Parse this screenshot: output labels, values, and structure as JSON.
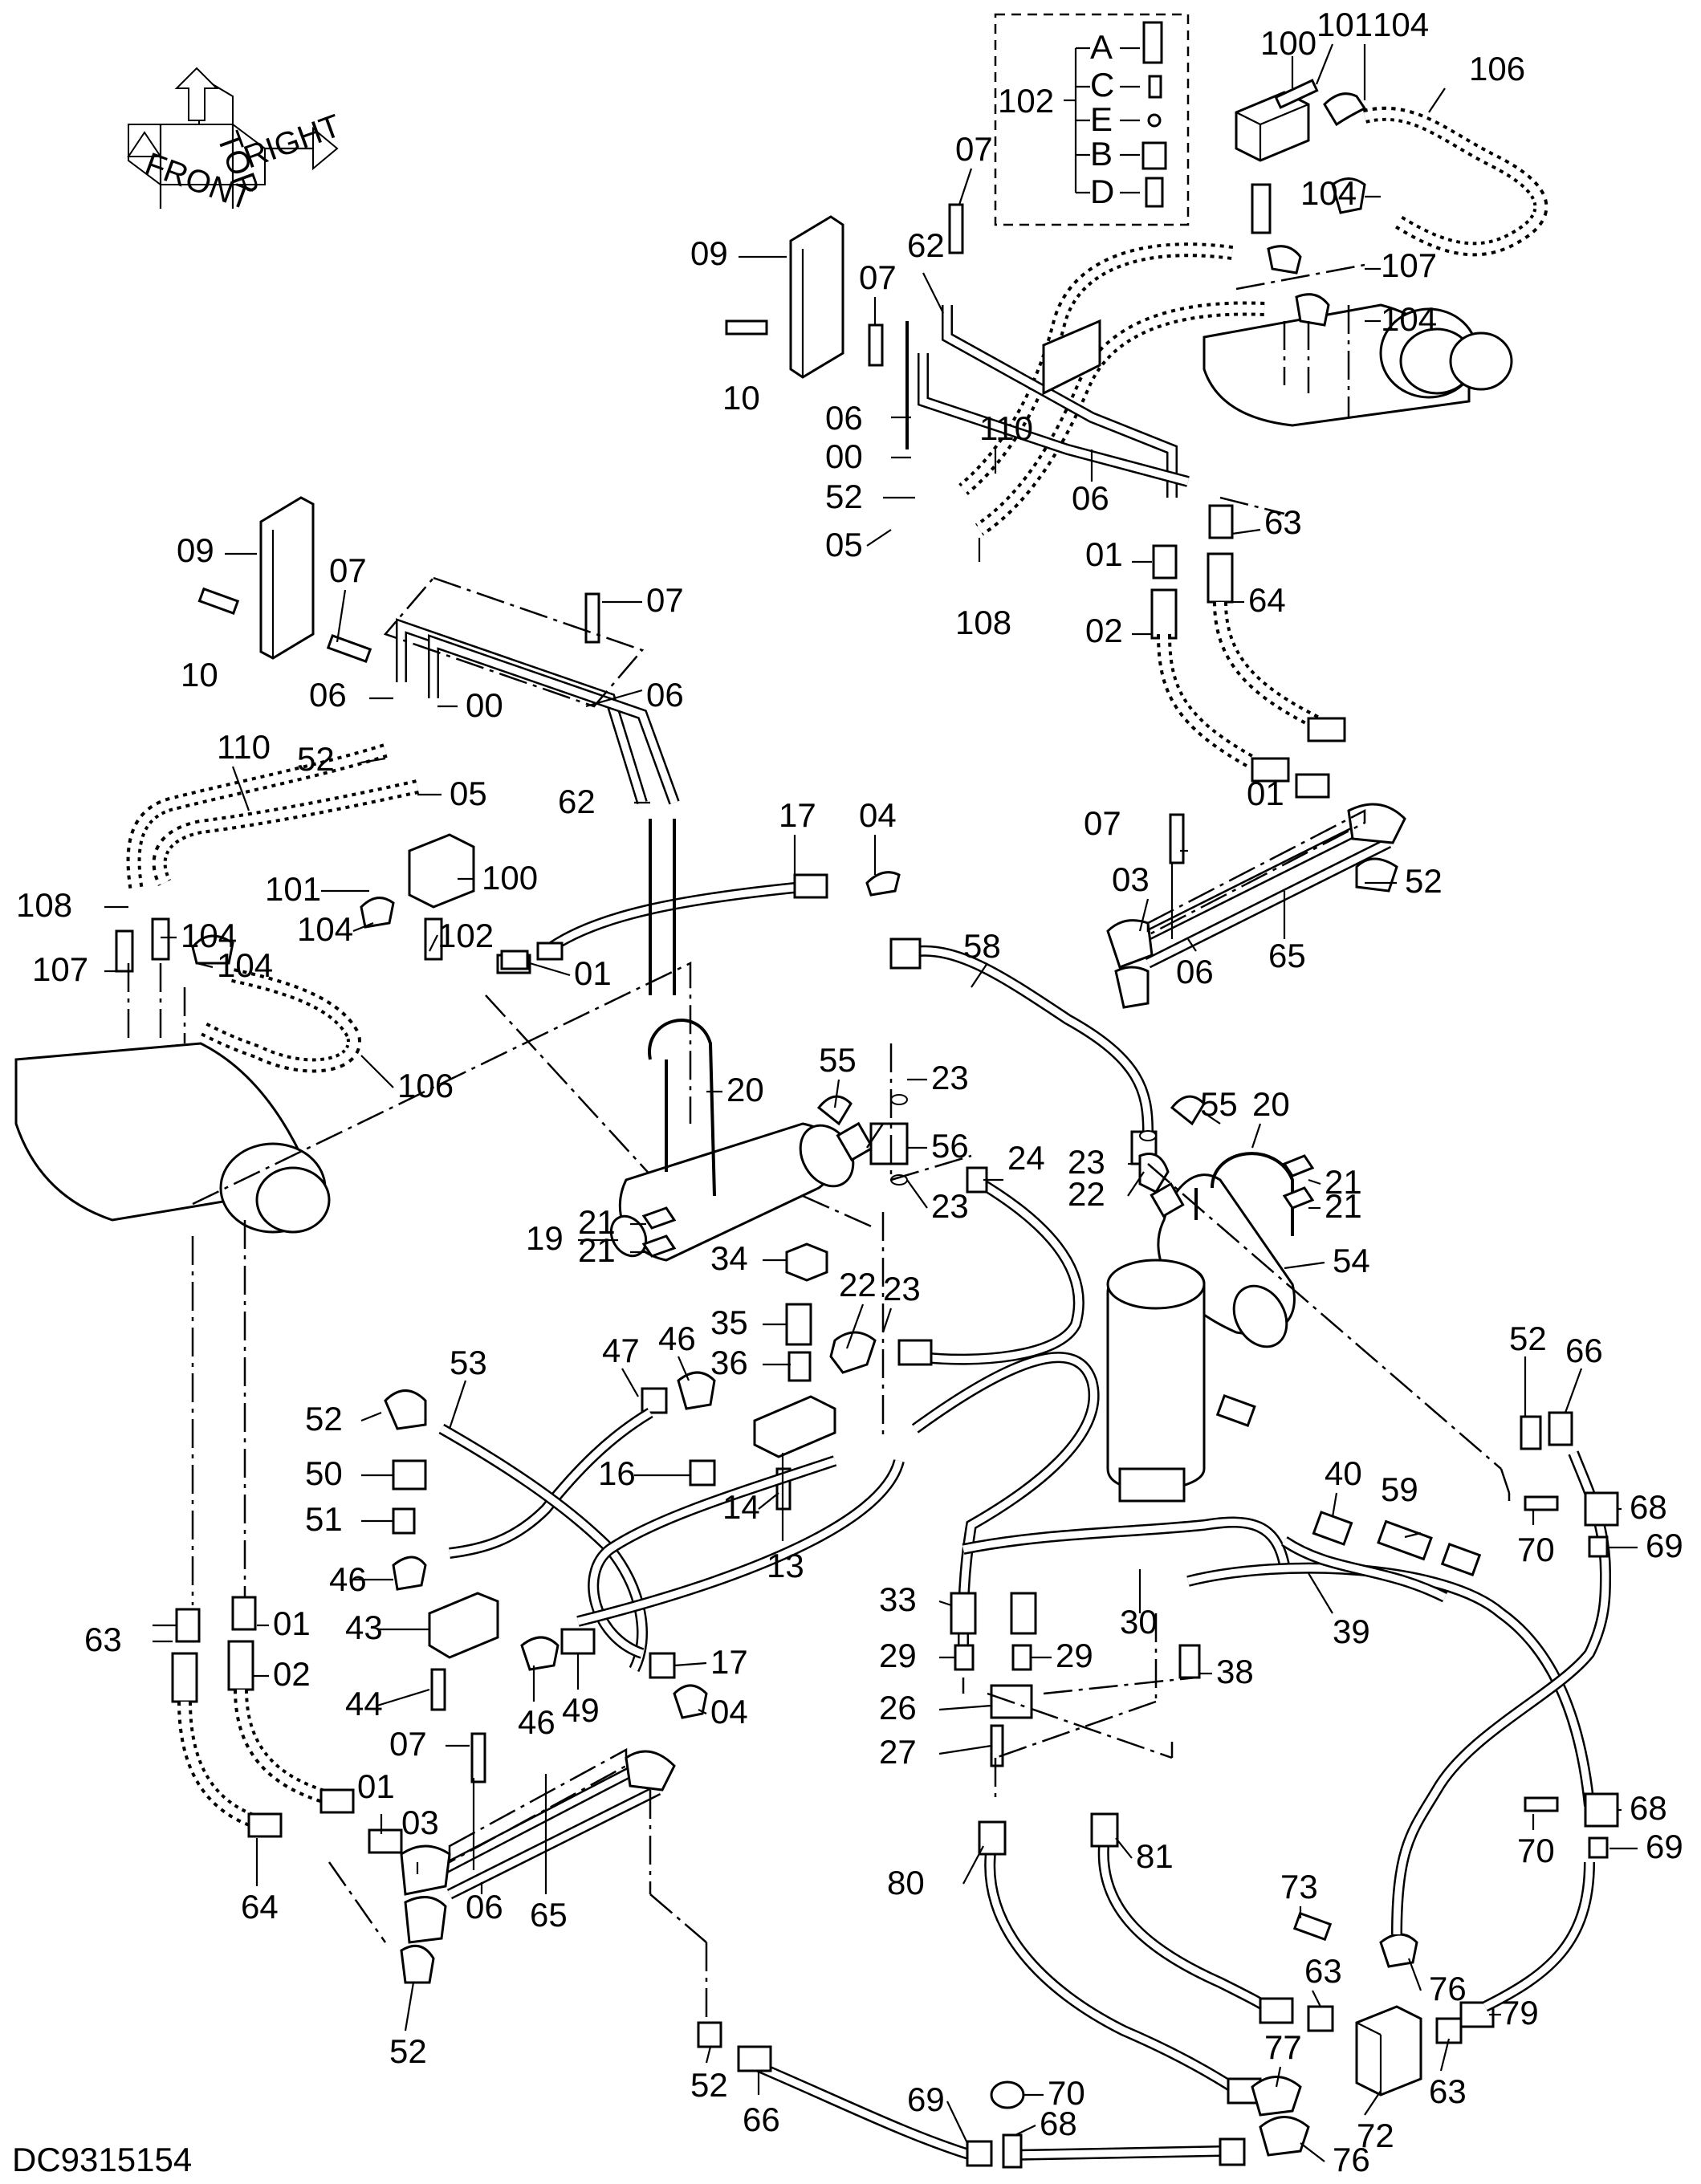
{
  "drawing_code": "DC9315154",
  "orientation_cube": {
    "top": "TOP",
    "front": "FRONT",
    "right": "RIGHT"
  },
  "callouts": {
    "c100_top": "100",
    "c101_top": "101",
    "c104_top": "104",
    "c106_top": "106",
    "c102_top": "102",
    "cA": "A",
    "cC": "C",
    "cE": "E",
    "cB": "B",
    "cD": "D",
    "c07_a": "07",
    "c09_a": "09",
    "c104_b": "104",
    "c107_a": "107",
    "c104_c": "104",
    "c62_a": "62",
    "c07_b": "07",
    "c10_a": "10",
    "c06_a": "06",
    "c110_a": "110",
    "c00_a": "00",
    "c52_a": "52",
    "c06_b": "06",
    "c05_a": "05",
    "c108_a": "108",
    "c63_a": "63",
    "c01_a": "01",
    "c64_a": "64",
    "c02_a": "02",
    "c09_b": "09",
    "c07_c": "07",
    "c07_d": "07",
    "c10_b": "10",
    "c06_c": "06",
    "c00_b": "00",
    "c06_d": "06",
    "c110_b": "110",
    "c52_b": "52",
    "c05_b": "05",
    "c62_b": "62",
    "c17_a": "17",
    "c04_a": "04",
    "c01_b": "01",
    "c07_e": "07",
    "c52_c": "52",
    "c03_a": "03",
    "c65_a": "65",
    "c06_e": "06",
    "c108_b": "108",
    "c101_b": "101",
    "c100_b": "100",
    "c104_d": "104",
    "c107_b": "107",
    "c104_e": "104",
    "c102_b": "102",
    "c01_c": "01",
    "c106_b": "106",
    "c58": "58",
    "c55_a": "55",
    "c23_a": "23",
    "c56": "56",
    "c23_b": "23",
    "c20_a": "20",
    "c21_a": "21",
    "c21_b": "21",
    "c19": "19",
    "c55_b": "55",
    "c20_b": "20",
    "c23_c": "23",
    "c22_a": "22",
    "c24": "24",
    "c21_c": "21",
    "c21_d": "21",
    "c54": "54",
    "c34": "34",
    "c35": "35",
    "c36": "36",
    "c22_b": "22",
    "c23_d": "23",
    "c46_a": "46",
    "c47": "47",
    "c53": "53",
    "c52_d": "52",
    "c50": "50",
    "c51": "51",
    "c16": "16",
    "c14": "14",
    "c13": "13",
    "c46_b": "46",
    "c43": "43",
    "c44": "44",
    "c46_c": "46",
    "c49": "49",
    "c17_b": "17",
    "c04_b": "04",
    "c52_e": "52",
    "c66_a": "66",
    "c68_a": "68",
    "c70_a": "70",
    "c69_a": "69",
    "c40": "40",
    "c59": "59",
    "c30": "30",
    "c39": "39",
    "c33": "33",
    "c29_a": "29",
    "c29_b": "29",
    "c26": "26",
    "c27": "27",
    "c38": "38",
    "c63_b": "63",
    "c01_d": "01",
    "c02_b": "02",
    "c07_f": "07",
    "c01_e": "01",
    "c03_b": "03",
    "c65_b": "65",
    "c64_b": "64",
    "c06_f": "06",
    "c52_f": "52",
    "c80": "80",
    "c81": "81",
    "c68_b": "68",
    "c70_b": "70",
    "c69_b": "69",
    "c73": "73",
    "c76_a": "76",
    "c63_c": "63",
    "c77": "77",
    "c79": "79",
    "c63_d": "63",
    "c72": "72",
    "c76_b": "76",
    "c52_g": "52",
    "c66_b": "66",
    "c69_c": "69",
    "c70_c": "70",
    "c68_c": "68"
  }
}
